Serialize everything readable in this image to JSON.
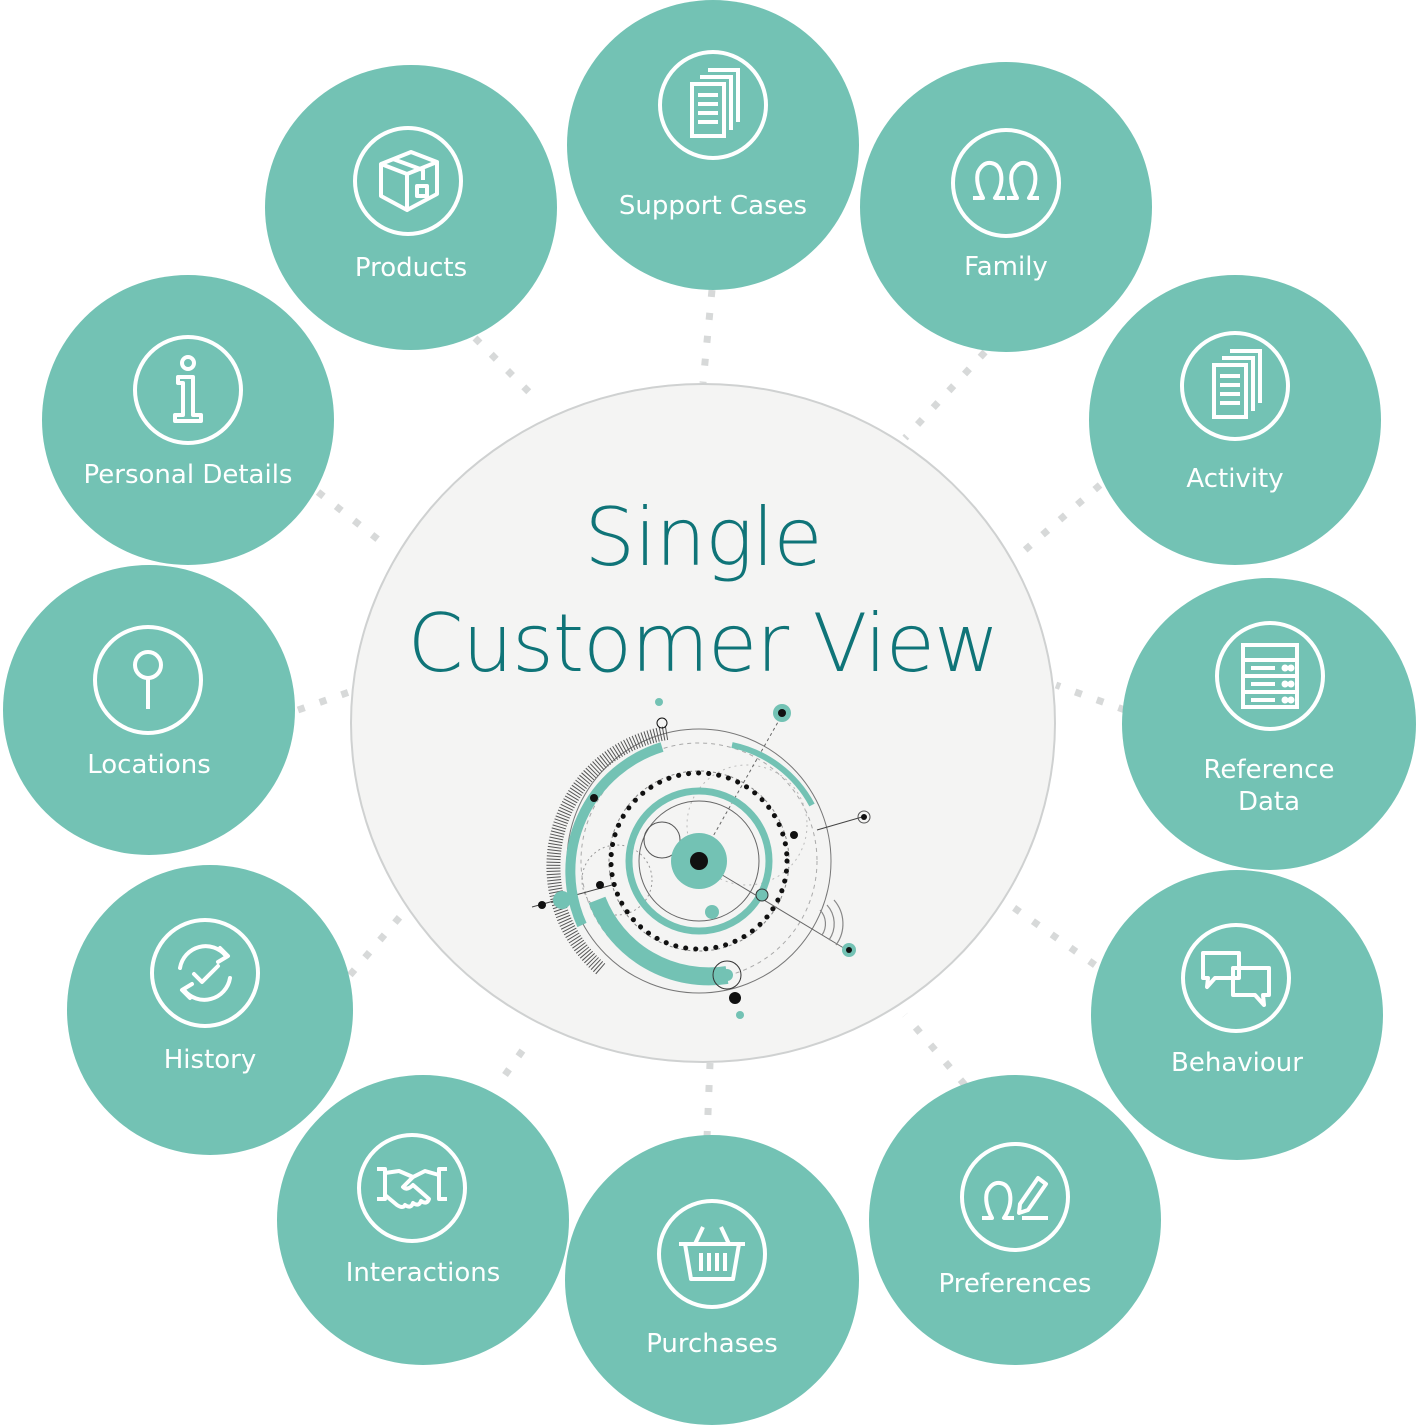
{
  "center": {
    "title_line1": "Single",
    "title_line2": "Customer View"
  },
  "nodes": {
    "support_cases": {
      "label": "Support Cases",
      "icon": "documents-icon"
    },
    "family": {
      "label": "Family",
      "icon": "people-icon"
    },
    "activity": {
      "label": "Activity",
      "icon": "documents-icon"
    },
    "reference_data": {
      "label_line1": "Reference",
      "label_line2": "Data",
      "icon": "server-icon"
    },
    "behaviour": {
      "label": "Behaviour",
      "icon": "chat-bubbles-icon"
    },
    "preferences": {
      "label": "Preferences",
      "icon": "person-edit-icon"
    },
    "purchases": {
      "label": "Purchases",
      "icon": "basket-icon"
    },
    "interactions": {
      "label": "Interactions",
      "icon": "handshake-icon"
    },
    "history": {
      "label": "History",
      "icon": "refresh-check-icon"
    },
    "locations": {
      "label": "Locations",
      "icon": "pin-icon"
    },
    "personal_details": {
      "label": "Personal Details",
      "icon": "info-icon"
    },
    "products": {
      "label": "Products",
      "icon": "box-icon"
    }
  },
  "colors": {
    "node_fill": "#73c2b4",
    "center_fill": "#f4f4f3",
    "title_color": "#0f7478",
    "connector": "#d7d9d9",
    "icon_stroke": "#ffffff"
  }
}
